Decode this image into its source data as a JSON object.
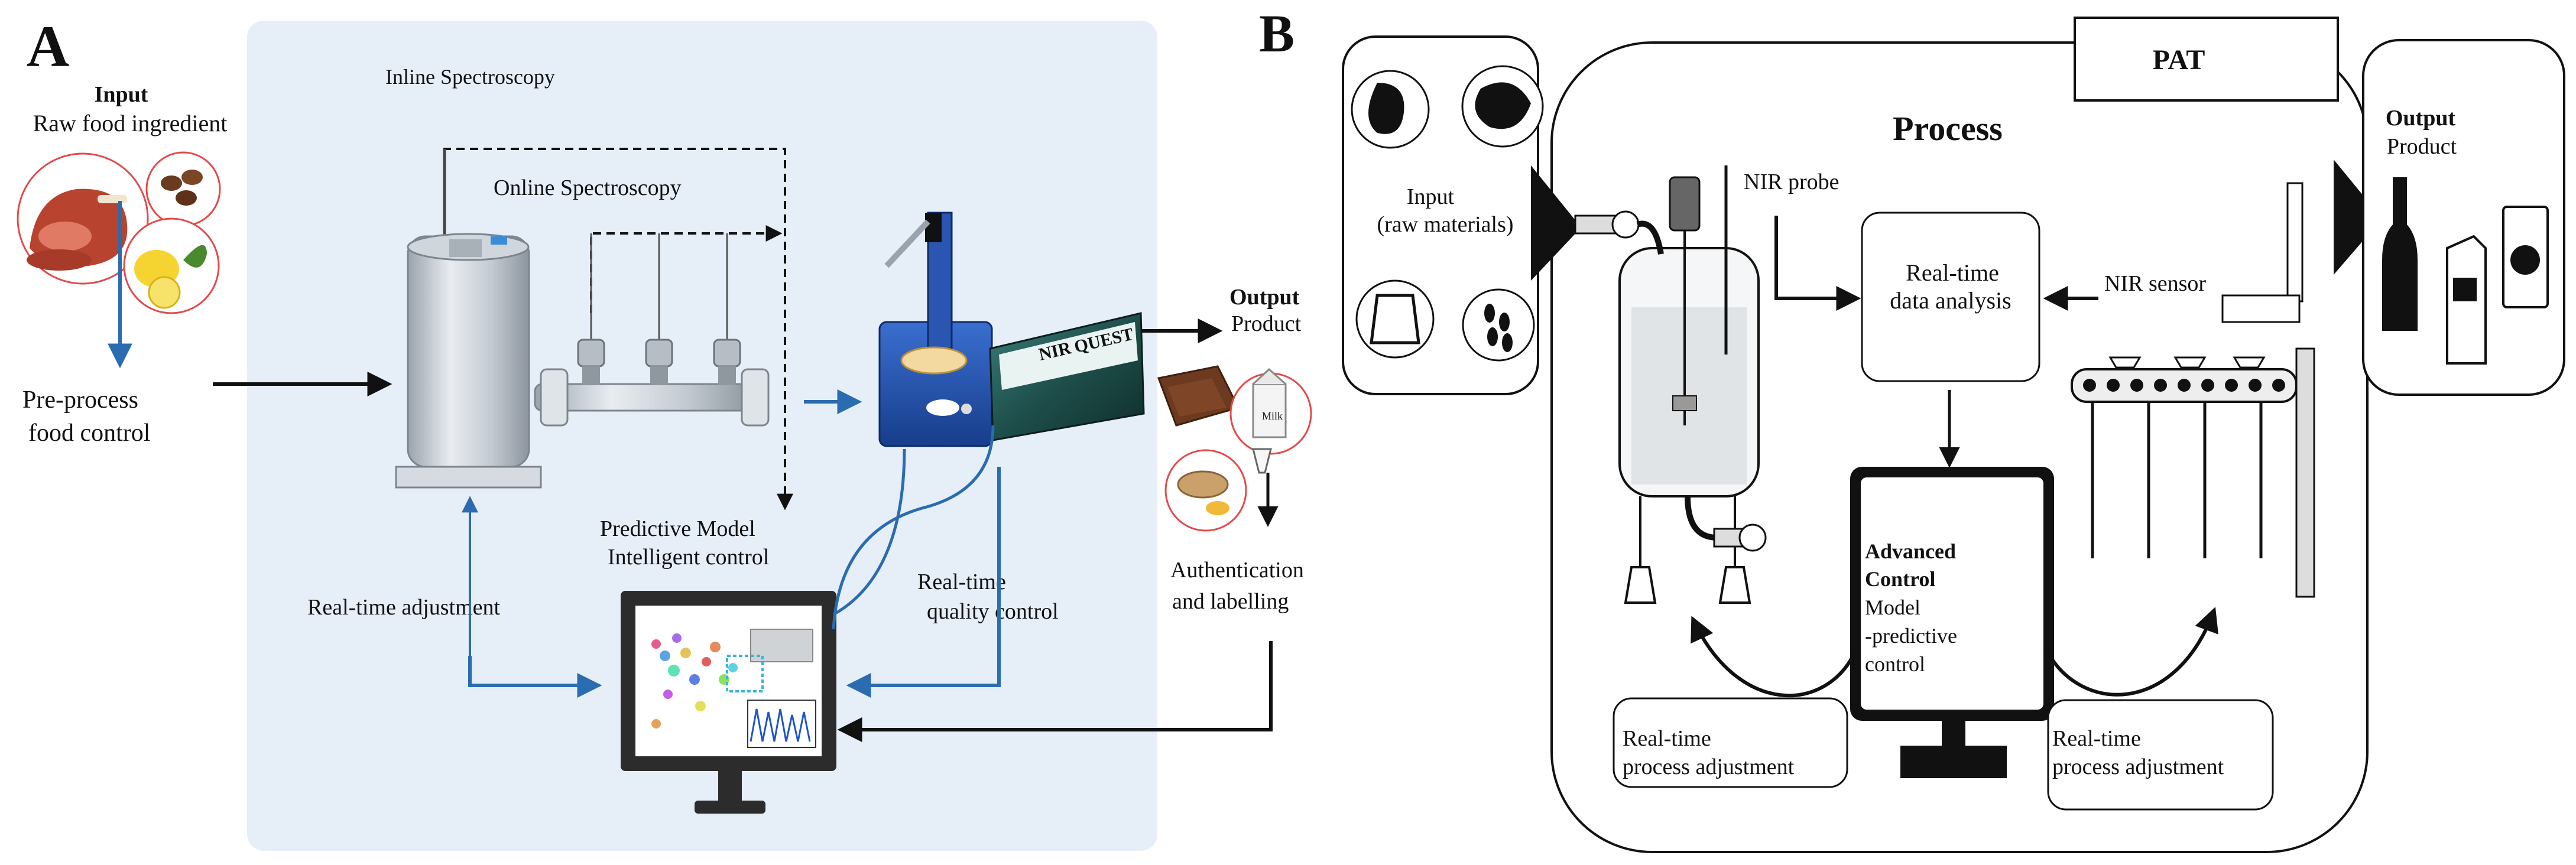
{
  "panel_a": {
    "letter": "A",
    "input_title": "Input",
    "input_sub": "Raw food ingredient",
    "preprocess_line1": "Pre-process",
    "preprocess_line2": "food control",
    "inline_label": "Inline Spectroscopy",
    "online_label": "Online Spectroscopy",
    "predictive_line1": "Predictive Model",
    "predictive_line2": "Intelligent control",
    "realtime_adjust": "Real-time adjustment",
    "realtime_qc_line1": "Real-time",
    "realtime_qc_line2": "quality control",
    "output_title": "Output",
    "output_sub": "Product",
    "auth_line1": "Authentication",
    "auth_line2": "and labelling",
    "nirquest_a": "NIR",
    "nirquest_b": "QUEST",
    "milk_label": "Milk"
  },
  "panel_b": {
    "letter": "B",
    "pat_label": "PAT",
    "process_title": "Process",
    "input_line1": "Input",
    "input_line2": "(raw materials)",
    "output_title": "Output",
    "output_sub": "Product",
    "nir_probe": "NIR probe",
    "nir_sensor": "NIR sensor",
    "analysis_line1": "Real-time",
    "analysis_line2": "data analysis",
    "adv_line1": "Advanced",
    "adv_line2": "Control",
    "adv_line3": "Model",
    "adv_line4": "-predictive",
    "adv_line5": "control",
    "left_adjust_line1": "Real-time",
    "left_adjust_line2": "process adjustment",
    "right_adjust_line1": "Real-time",
    "right_adjust_line2": "process adjustment"
  },
  "colors": {
    "panel_bg": "#e6eef8",
    "arrow_blue": "#2b6cb0",
    "arrow_black": "#111111",
    "instrument_blue": "#1f4fa8"
  }
}
